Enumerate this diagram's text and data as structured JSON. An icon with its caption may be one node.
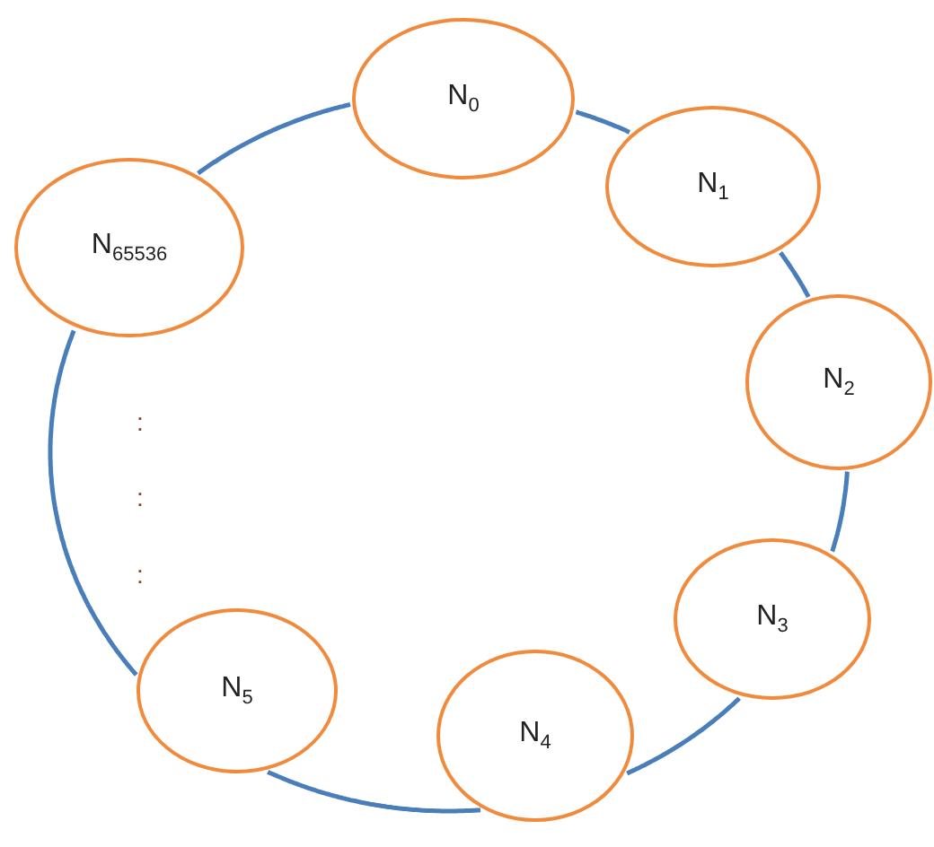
{
  "diagram": {
    "nodes": [
      {
        "text": [
          "N$_{0}$"
        ]
      },
      {
        "text": [
          "N$_{1}$"
        ]
      },
      {
        "text": [
          "N$_{2}$"
        ]
      },
      {
        "text": [
          "N$_{3}$"
        ]
      },
      {
        "text": [
          "N$_{4}$"
        ]
      },
      {
        "text": [
          "N$_{5}$"
        ]
      },
      {
        "text": [
          "N$_{65536}$"
        ]
      }
    ],
    "edges": [
      {
        "from": 0,
        "to": 1,
        "arrow": "none"
      },
      {
        "from": 1,
        "to": 2,
        "arrow": "none"
      },
      {
        "from": 2,
        "to": 3,
        "arrow": "none"
      },
      {
        "from": 3,
        "to": 4,
        "arrow": "none"
      },
      {
        "from": 4,
        "to": 5,
        "arrow": "none"
      },
      {
        "from": 5,
        "to": 6,
        "arrow": "none"
      },
      {
        "from": 6,
        "to": 0,
        "arrow": "none"
      }
    ],
    "labels": [
      ":",
      ":",
      ":"
    ]
  }
}
